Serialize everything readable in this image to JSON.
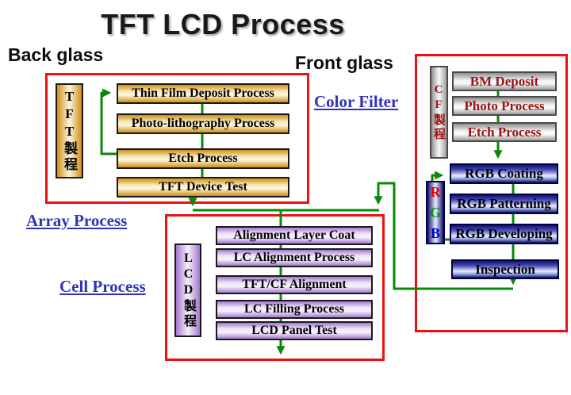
{
  "slide": {
    "title": "TFT LCD Process"
  },
  "headings": {
    "back_glass": "Back glass",
    "front_glass": "Front glass"
  },
  "links": {
    "array_process": "Array Process",
    "cell_process": "Cell Process",
    "color_filter": "Color Filter"
  },
  "tft_section": {
    "side_label": "TFT製程",
    "steps": [
      "Thin Film Deposit Process",
      "Photo-lithography Process",
      "Etch Process",
      "TFT Device Test"
    ]
  },
  "cell_section": {
    "side_label": "LCD製程",
    "steps": [
      "Alignment Layer Coat",
      "LC Alignment Process",
      "TFT/CF Alignment",
      "LC Filling Process",
      "LCD Panel Test"
    ]
  },
  "cf_section": {
    "side_label": "CF製程",
    "steps": [
      "BM Deposit",
      "Photo Process",
      "Etch Process"
    ]
  },
  "rgb_section": {
    "letters": {
      "r": "R",
      "g": "G",
      "b": "B"
    },
    "steps": [
      "RGB Coating",
      "RGB Patterning",
      "RGB Developing",
      "Inspection"
    ]
  },
  "colors": {
    "frame_red": "#EE1111",
    "flow_green": "#088A08",
    "link_blue": "#3333B8",
    "cf_text_red": "#9B1010",
    "gold_edge": "#CE8E14",
    "purple_edge": "#A478CE",
    "navy_edge": "#10106E",
    "gray_edge": "#9E9E9E"
  }
}
